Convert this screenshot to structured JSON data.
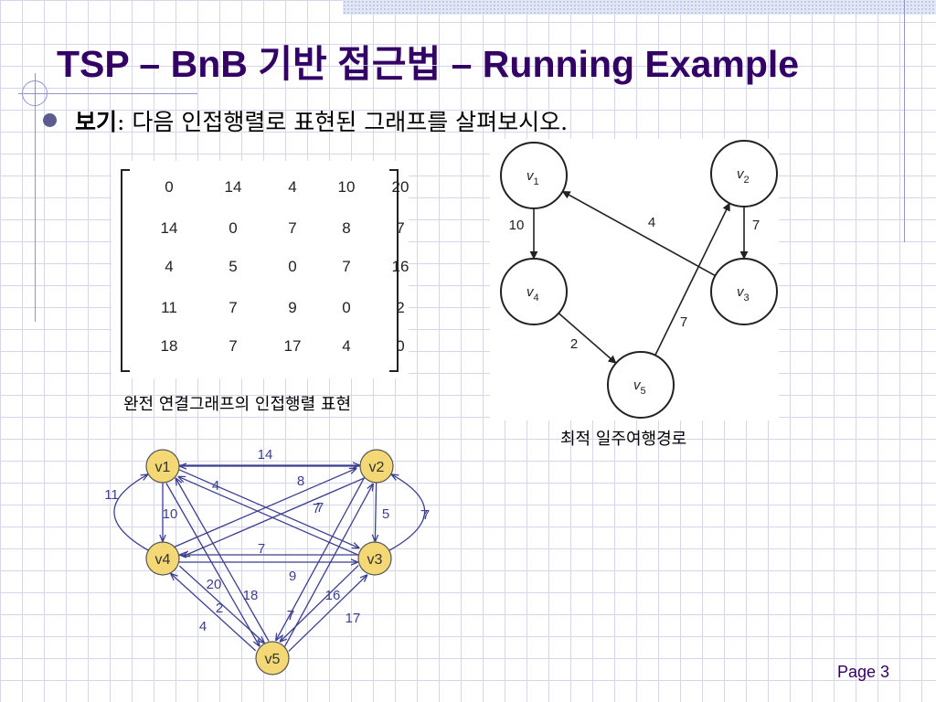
{
  "slide": {
    "title": "TSP – BnB 기반 접근법 – Running Example",
    "bullet_label": "보기",
    "bullet_text": ": 다음 인접행렬로 표현된 그래프를 살펴보시오.",
    "page": "Page 3"
  },
  "matrix": {
    "rows": [
      [
        "0",
        "14",
        "4",
        "10",
        "20"
      ],
      [
        "14",
        "0",
        "7",
        "8",
        "7"
      ],
      [
        "4",
        "5",
        "0",
        "7",
        "16"
      ],
      [
        "11",
        "7",
        "9",
        "0",
        "2"
      ],
      [
        "18",
        "7",
        "17",
        "4",
        "0"
      ]
    ],
    "caption": "완전 연결그래프의 인접행렬 표현"
  },
  "optimal_tour": {
    "caption": "최적 일주여행경로",
    "nodes": [
      {
        "id": "v1",
        "base": "v",
        "sub": "1"
      },
      {
        "id": "v2",
        "base": "v",
        "sub": "2"
      },
      {
        "id": "v3",
        "base": "v",
        "sub": "3"
      },
      {
        "id": "v4",
        "base": "v",
        "sub": "4"
      },
      {
        "id": "v5",
        "base": "v",
        "sub": "5"
      }
    ],
    "edges": [
      {
        "from": "v1",
        "to": "v4",
        "label": "10"
      },
      {
        "from": "v4",
        "to": "v5",
        "label": "2"
      },
      {
        "from": "v5",
        "to": "v2",
        "label": "7"
      },
      {
        "from": "v2",
        "to": "v3",
        "label": "7"
      },
      {
        "from": "v3",
        "to": "v1",
        "label": "4"
      }
    ]
  },
  "complete_graph": {
    "node_fill": "#f3d875",
    "nodes": [
      "v1",
      "v2",
      "v3",
      "v4",
      "v5"
    ],
    "edges": [
      {
        "from": "v1",
        "to": "v2",
        "label": "14"
      },
      {
        "from": "v2",
        "to": "v1",
        "label": "7"
      },
      {
        "from": "v1",
        "to": "v3",
        "label": "4"
      },
      {
        "from": "v3",
        "to": "v1",
        "label": "5"
      },
      {
        "from": "v1",
        "to": "v4",
        "label": "10"
      },
      {
        "from": "v4",
        "to": "v1",
        "label": "11"
      },
      {
        "from": "v1",
        "to": "v5",
        "label": "20"
      },
      {
        "from": "v5",
        "to": "v1",
        "label": "18"
      },
      {
        "from": "v2",
        "to": "v3",
        "label": "7"
      },
      {
        "from": "v3",
        "to": "v2",
        "label": "7"
      },
      {
        "from": "v2",
        "to": "v4",
        "label": "8"
      },
      {
        "from": "v4",
        "to": "v2",
        "label": "7"
      },
      {
        "from": "v2",
        "to": "v5",
        "label": "7"
      },
      {
        "from": "v5",
        "to": "v2",
        "label": "7"
      },
      {
        "from": "v3",
        "to": "v4",
        "label": "7"
      },
      {
        "from": "v4",
        "to": "v3",
        "label": "9"
      },
      {
        "from": "v3",
        "to": "v5",
        "label": "16"
      },
      {
        "from": "v5",
        "to": "v3",
        "label": "17"
      },
      {
        "from": "v4",
        "to": "v5",
        "label": "2"
      },
      {
        "from": "v5",
        "to": "v4",
        "label": "4"
      }
    ]
  }
}
